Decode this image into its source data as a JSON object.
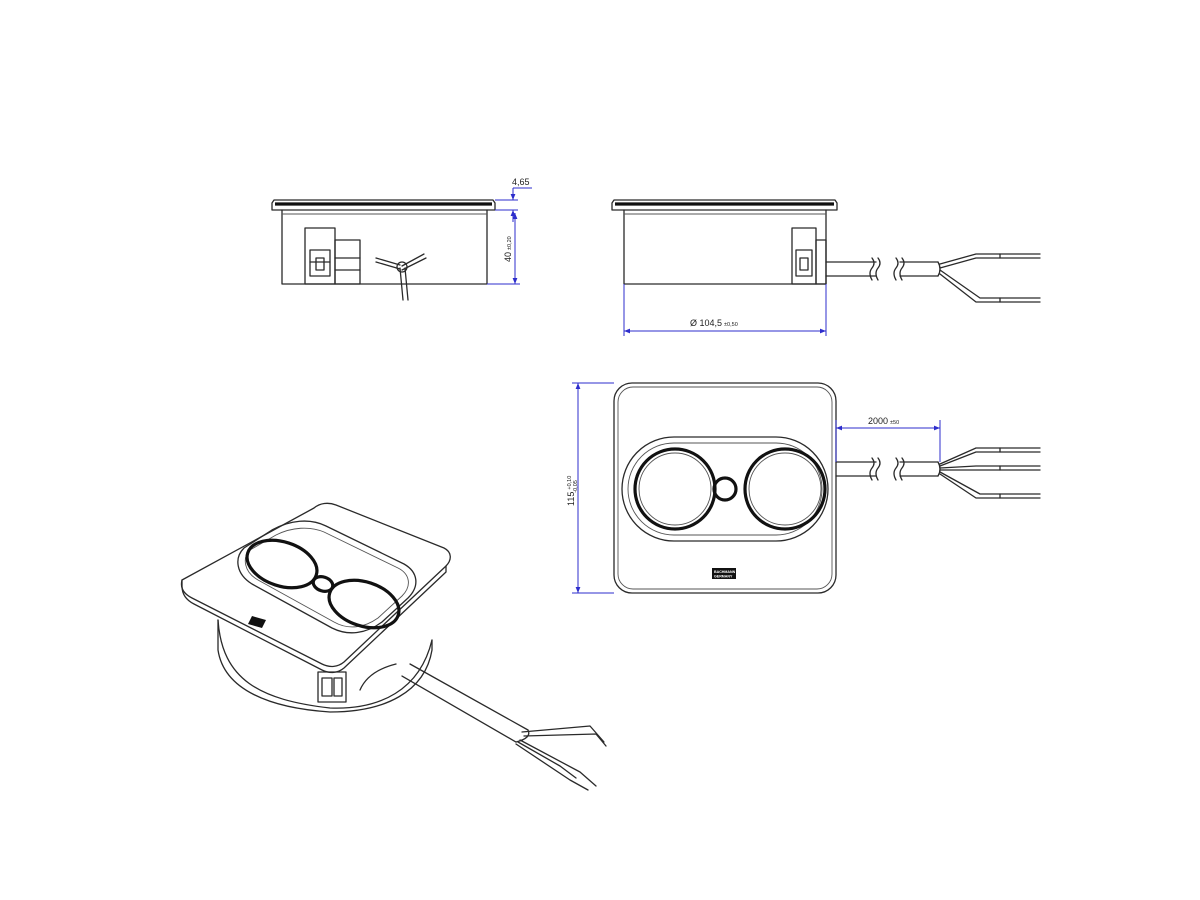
{
  "dimensions": {
    "lip_thickness": "4,65",
    "depth_value": "40",
    "depth_tol": "±0,20",
    "diameter_value": "Ø 104,5",
    "diameter_tol": "±0,50",
    "height_value": "115",
    "height_tol_plus": "+0,10",
    "height_tol_minus": "-0,05",
    "cable_value": "2000",
    "cable_tol": "±50"
  },
  "logo": {
    "line1": "BACHMANN",
    "line2": "GERMANY"
  }
}
